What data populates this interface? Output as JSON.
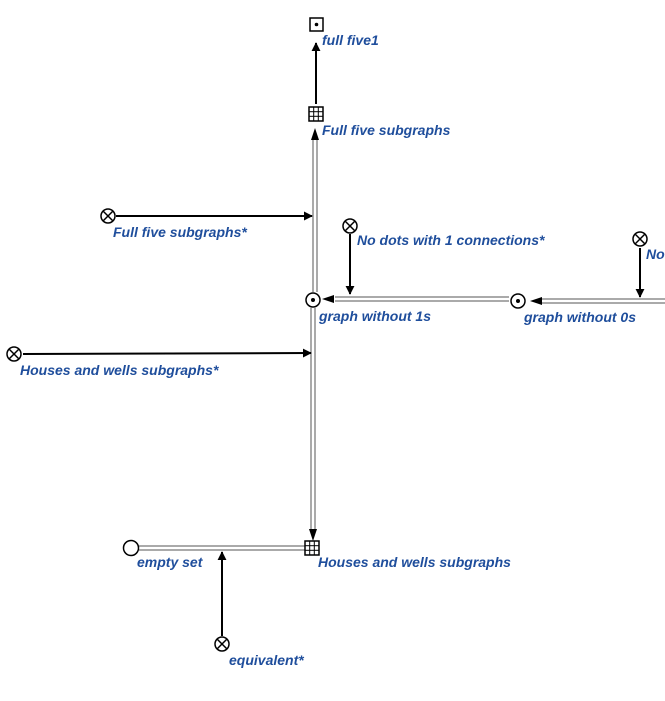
{
  "colors": {
    "label": "#1f4e9c",
    "line": "#000000",
    "double_line": "#555555"
  },
  "nodes": {
    "full_five1": {
      "label": "full five1",
      "icon": "boxed-dot-icon"
    },
    "full_five_subgraphs": {
      "label": "Full five subgraphs",
      "icon": "grid-box-icon"
    },
    "full_five_subgraphs_star": {
      "label": "Full five subgraphs*",
      "icon": "circle-x-icon"
    },
    "no_dots_1": {
      "label": "No dots with 1 connections*",
      "icon": "circle-x-icon"
    },
    "no_dots_0_partial": {
      "label": "No",
      "icon": "circle-x-icon"
    },
    "graph_without_1s": {
      "label": "graph without 1s",
      "icon": "circle-dot-icon"
    },
    "graph_without_0s": {
      "label": "graph without 0s",
      "icon": "circle-dot-icon"
    },
    "houses_wells_star": {
      "label": "Houses and wells subgraphs*",
      "icon": "circle-x-icon"
    },
    "empty_set": {
      "label": "empty set",
      "icon": "open-circle-icon"
    },
    "houses_wells": {
      "label": "Houses and wells subgraphs",
      "icon": "grid-box-icon"
    },
    "equivalent": {
      "label": "equivalent*",
      "icon": "circle-x-icon"
    }
  }
}
